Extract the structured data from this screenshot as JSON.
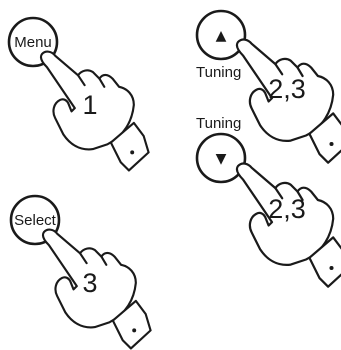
{
  "buttons": {
    "menu": {
      "label": "Menu",
      "step": "1"
    },
    "tuning_up": {
      "glyph": "▲",
      "caption": "Tuning",
      "step": "2,3"
    },
    "tuning_down": {
      "glyph": "▼",
      "caption": "Tuning",
      "step": "2,3"
    },
    "select": {
      "label": "Select",
      "step": "3"
    }
  },
  "icons": [
    "hand-pressing-icon"
  ]
}
